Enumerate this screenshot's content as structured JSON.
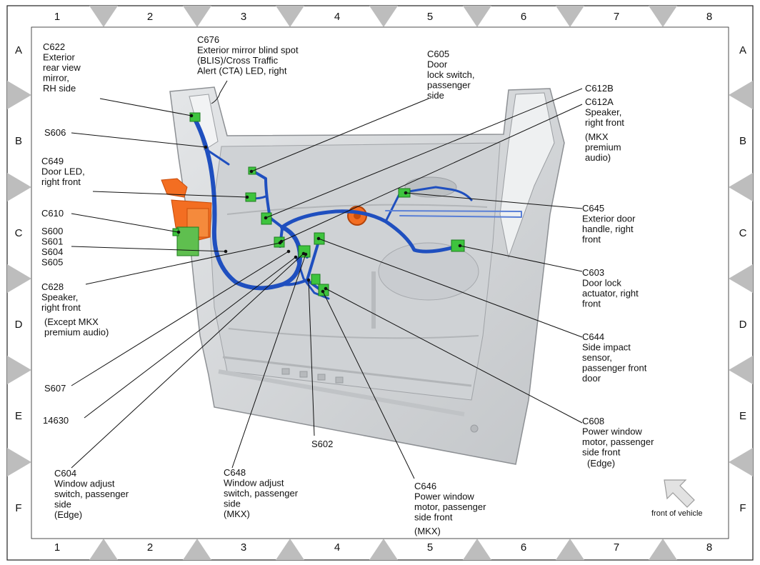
{
  "grid": {
    "columns": [
      "1",
      "2",
      "3",
      "4",
      "5",
      "6",
      "7",
      "8"
    ],
    "rows": [
      "A",
      "B",
      "C",
      "D",
      "E",
      "F"
    ]
  },
  "callouts": {
    "c622": [
      "C622",
      "Exterior",
      "rear view",
      "mirror,",
      "RH side"
    ],
    "c676": [
      "C676",
      "Exterior mirror blind spot",
      "(BLIS)/Cross Traffic",
      "Alert (CTA) LED, right"
    ],
    "c605": [
      "C605",
      "Door",
      "lock switch,",
      "passenger",
      "side"
    ],
    "c612b": [
      "C612B"
    ],
    "c612a": [
      "C612A",
      "Speaker,",
      "right front"
    ],
    "c612a_note": [
      "(MKX",
      "premium",
      "audio)"
    ],
    "s606": [
      "S606"
    ],
    "c649": [
      "C649",
      "Door LED,",
      "right front"
    ],
    "c610": [
      "C610"
    ],
    "s600": [
      "S600",
      "S601",
      "S604",
      "S605"
    ],
    "c645": [
      "C645",
      "Exterior door",
      "handle, right",
      "front"
    ],
    "c628": [
      "C628",
      "Speaker,",
      "right front"
    ],
    "c628_note": [
      "(Except MKX",
      "premium audio)"
    ],
    "c603": [
      "C603",
      "Door lock",
      "actuator, right",
      "front"
    ],
    "c644": [
      "C644",
      "Side impact",
      "sensor,",
      "passenger front",
      "door"
    ],
    "s607": [
      "S607"
    ],
    "p14630": [
      "14630"
    ],
    "c608": [
      "C608",
      "Power window",
      "motor, passenger",
      "side front"
    ],
    "c608_note": [
      "(Edge)"
    ],
    "s602": [
      "S602"
    ],
    "c604": [
      "C604",
      "Window adjust",
      "switch, passenger",
      "side"
    ],
    "c604_note": [
      "(Edge)"
    ],
    "c648": [
      "C648",
      "Window adjust",
      "switch, passenger",
      "side",
      "(MKX)"
    ],
    "c646": [
      "C646",
      "Power window",
      "motor, passenger",
      "side front"
    ],
    "c646_note": [
      "(MKX)"
    ]
  },
  "front_of_vehicle": "front of vehicle",
  "colors": {
    "harness": "#1f4fbf",
    "connector": "#3ec43e",
    "orange_part": "#f06a1e",
    "door_panel": "#d6d8da"
  }
}
